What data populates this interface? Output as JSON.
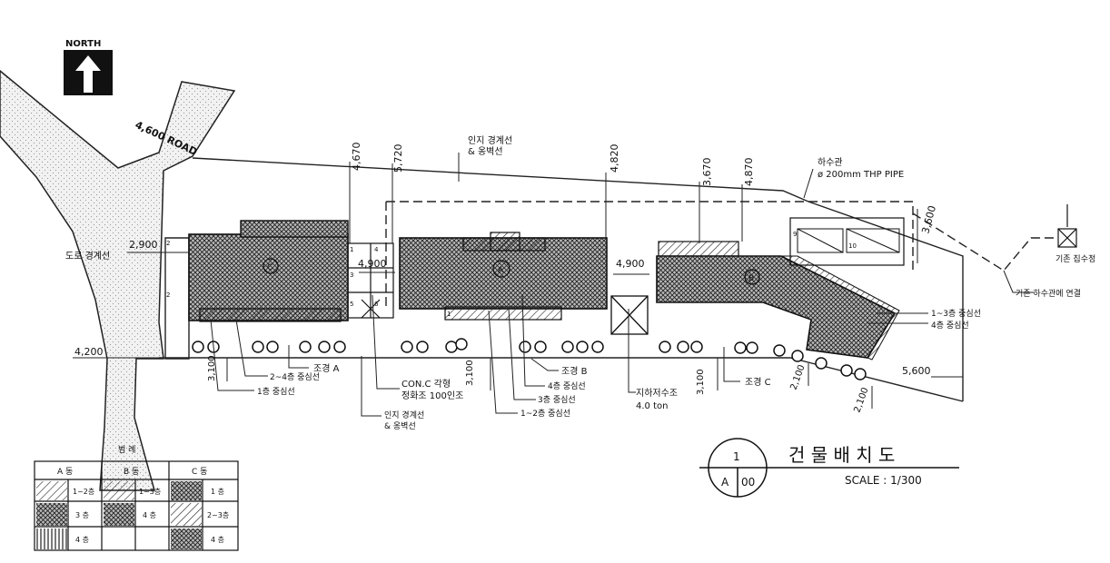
{
  "north": "NORTH",
  "road": "4,600 ROAD",
  "road_boundary": "도로 경계선",
  "dims": {
    "d2900": "2,900",
    "d4200": "4,200",
    "d4670": "4,670",
    "d5720": "5,720",
    "d4820": "4,820",
    "d3670": "3,670",
    "d4870": "4,870",
    "d3600": "3,600",
    "d4900a": "4,900",
    "d4900b": "4,900",
    "d3100a": "3,100",
    "d3100b": "3,100",
    "d3100c": "3,100",
    "d2100a": "2,100",
    "d2100b": "2,100",
    "d5600": "5,600"
  },
  "labels": {
    "top_boundary_1": "인지 경계선",
    "top_boundary_2": "& 옹벽선",
    "sewer_1": "하수관",
    "sewer_2": "ø 200mm THP PIPE",
    "existing_catch": "기존 집수정",
    "existing_sewer": "기존 하수관에 연결",
    "c_floors_13": "1~3층 중심선",
    "c_floor_4": "4층 중심선",
    "landscape_a": "조경 A",
    "landscape_b": "조경 B",
    "landscape_c": "조경 C",
    "a_floors_24": "2~4층 중심선",
    "a_floor_1": "1층 중심선",
    "conc_1": "CON.C 각형",
    "conc_2": "정화조 100인조",
    "b_floor_4": "4층 중심선",
    "b_floor_3": "3층 중심선",
    "b_floors_12": "1~2층 중심선",
    "tank_1": "지하저수조",
    "tank_2": "4.0 ton",
    "bottom_boundary_1": "인지 경계선",
    "bottom_boundary_2": "& 옹벽선"
  },
  "building_marks": [
    "C",
    "A",
    "B"
  ],
  "stair_numbers": [
    "1",
    "2",
    "3",
    "4",
    "5",
    "6",
    "1",
    "2",
    "9",
    "10"
  ],
  "legend": {
    "title": "범 례",
    "headers": [
      "A 동",
      "B 동",
      "C 동"
    ],
    "rows": [
      [
        "1~2층",
        "1~3층",
        "1 층"
      ],
      [
        "3 층",
        "4 층",
        "2~3층"
      ],
      [
        "4 층",
        "",
        "4 층"
      ]
    ]
  },
  "title_block": {
    "number": "1",
    "sheet_letter": "A",
    "sheet_number": "00",
    "title": "건 물 배 치 도",
    "scale": "SCALE : 1/300"
  }
}
